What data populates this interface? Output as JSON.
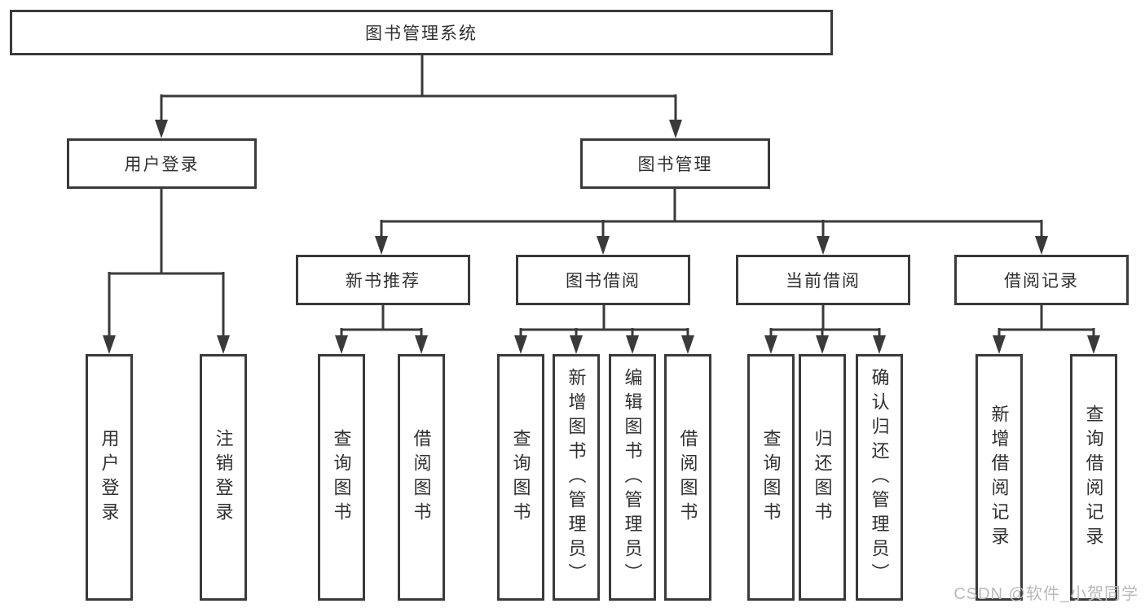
{
  "colors": {
    "line": "#3a3a3a",
    "text": "#303030",
    "watermark": "#b9b9b9",
    "background": "#ffffff"
  },
  "watermark": "CSDN @软件_小贺同学",
  "tree": {
    "root": {
      "label": "图书管理系统"
    },
    "level2": [
      {
        "label": "用户登录",
        "leaves": [
          "用户登录",
          "注销登录"
        ]
      },
      {
        "label": "图书管理",
        "children": [
          {
            "label": "新书推荐",
            "leaves": [
              "查询图书",
              "借阅图书"
            ]
          },
          {
            "label": "图书借阅",
            "leaves": [
              "查询图书",
              "新增图书（管理员）",
              "编辑图书（管理员）",
              "借阅图书"
            ]
          },
          {
            "label": "当前借阅",
            "leaves": [
              "查询图书",
              "归还图书",
              "确认归还（管理员）"
            ]
          },
          {
            "label": "借阅记录",
            "leaves": [
              "新增借阅记录",
              "查询借阅记录"
            ]
          }
        ]
      }
    ]
  }
}
